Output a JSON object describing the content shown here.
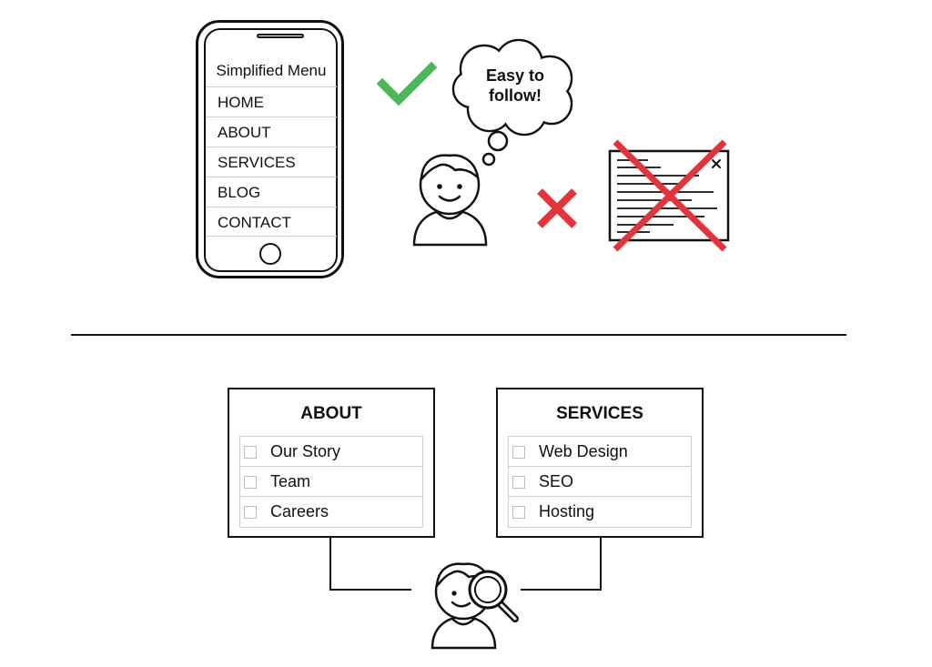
{
  "phone": {
    "menu_title": "Simplified Menu",
    "items": [
      "HOME",
      "ABOUT",
      "SERVICES",
      "BLOG",
      "CONTACT"
    ]
  },
  "thought": {
    "line1": "Easy to",
    "line2": "follow!"
  },
  "colors": {
    "check": "#4cb85a",
    "cross": "#e2343a",
    "line": "#111111",
    "row_border": "#cfcfcf"
  },
  "icons": [
    "check-icon",
    "cross-icon",
    "smiling-user-icon",
    "thought-bubble-icon",
    "cluttered-menu-icon",
    "magnifier-icon"
  ],
  "categories": [
    {
      "title": "ABOUT",
      "items": [
        "Our Story",
        "Team",
        "Careers"
      ]
    },
    {
      "title": "SERVICES",
      "items": [
        "Web Design",
        "SEO",
        "Hosting"
      ]
    }
  ]
}
